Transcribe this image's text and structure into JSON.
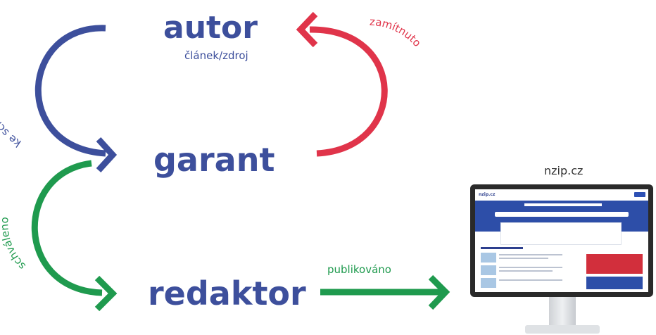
{
  "nodes": {
    "autor": {
      "label": "autor",
      "sublabel": "článek/zdroj"
    },
    "garant": {
      "label": "garant"
    },
    "redaktor": {
      "label": "redaktor"
    }
  },
  "edges": {
    "ke_schvaleni": {
      "label": "ke schválení",
      "color": "#3d4f9c"
    },
    "zamitnuto": {
      "label": "zamítnuto",
      "color": "#e0344a"
    },
    "schvaleno": {
      "label": "schváleno",
      "color": "#1f9a4e"
    },
    "publikovano": {
      "label": "publikováno",
      "color": "#1f9a4e"
    }
  },
  "website": {
    "name": "nzip.cz",
    "logo_text": "nzip.cz"
  },
  "colors": {
    "blue": "#3d4f9c",
    "red": "#e0344a",
    "green": "#1f9a4e"
  }
}
